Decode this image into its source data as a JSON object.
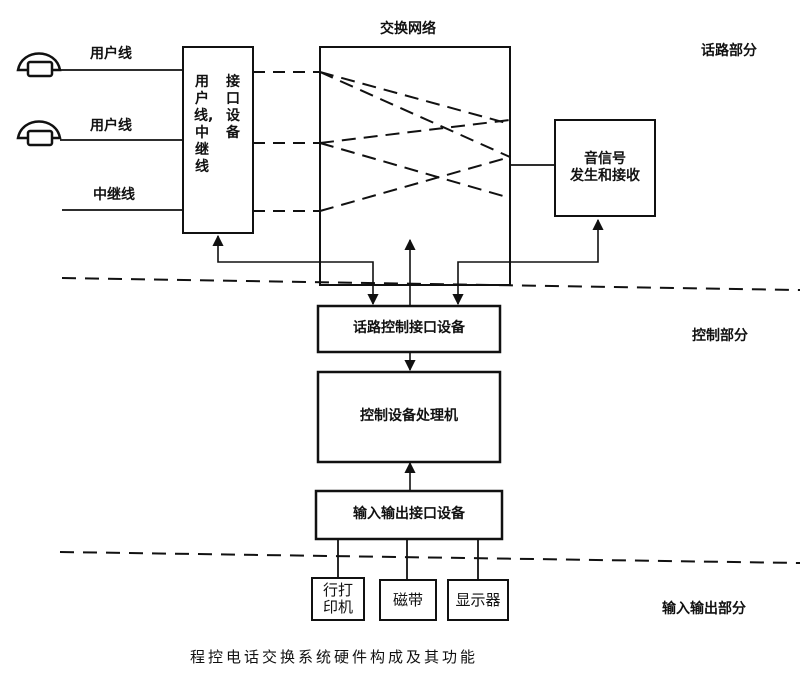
{
  "section_labels": {
    "voice": "话路部分",
    "control": "控制部分",
    "io": "输入输出部分"
  },
  "lines": {
    "subscriber_1": "用户线",
    "subscriber_2": "用户线",
    "trunk": "中继线"
  },
  "interface_box": {
    "left_text": "用户线,中继线",
    "right_text": "接口设备"
  },
  "switch_network": {
    "title": "交换网络"
  },
  "tone_box": {
    "line1": "音信号",
    "line2": "发生和接收"
  },
  "control_interface": "话路控制接口设备",
  "processor": "控制设备处理机",
  "io_interface": "输入输出接口设备",
  "peripherals": {
    "printer": "行打印机",
    "tape": "磁带",
    "display": "显示器"
  },
  "caption": "程控电话交换系统硬件构成及其功能",
  "icons": [
    "telephone-icon",
    "telephone-icon"
  ]
}
